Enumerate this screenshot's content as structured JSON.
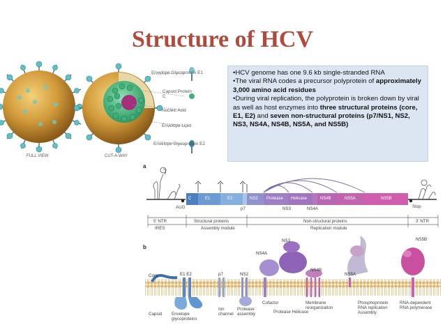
{
  "title": "Structure of HCV",
  "info": {
    "b1": "•HCV genome has one 9.6 kb single-stranded RNA",
    "b2_pre": "•The viral RNA codes a precursor polyprotein of ",
    "b2_bold": "approximately 3,000 amino acid residues",
    "b3_pre": "•During viral replication, the polyprotein is broken down by viral as well as host enzymes into ",
    "b3_bold1": "three structural proteins (core, E1, E2)",
    "b3_mid": " and ",
    "b3_bold2": "seven non-structural proteins (p7/NS1, NS2, NS3, NS4A, NS4B, NS5A, and NS5B)"
  },
  "virion": {
    "labels": [
      "Envelope Glycoprotein E1",
      "Capsid Protein C",
      "Nucleic Acid",
      "Envelope Lipid",
      "Envelope Glycoprotein E2"
    ],
    "full_view": "FULL VIEW",
    "cut_away": "CUT-A-WAY"
  },
  "genome": {
    "panel": "a",
    "domains": [
      "C",
      "E1",
      "E2",
      "NS2",
      "Protease",
      "Helicase",
      "NS4B",
      "NS5A",
      "NS5B"
    ],
    "p7": "p7",
    "ns3": "NS3",
    "ns4a": "NS4A",
    "aug": "AUG",
    "stop": "Stop",
    "ntr5": "5' NTR",
    "ntr3": "3' NTR",
    "structural": "Structural proteins",
    "nonstructural": "Non-structural proteins",
    "ires": "IRES",
    "assembly": "Assembly module",
    "replication": "Replication module"
  },
  "membrane": {
    "panel": "b",
    "core": "Core",
    "e1e2": "E1 E2",
    "p7": "p7",
    "ns2": "NS2",
    "ns3": "NS3",
    "ns4a": "NS4A",
    "ns4b": "NS4B",
    "ns5a": "NS5A",
    "ns5b": "NS5B",
    "capsid": "Capsid",
    "envelope": "Envelope glycoproteins",
    "ion": "Ion channel",
    "protease_assembly": "Protease assembly",
    "cofactor": "Cofactor",
    "protease_helicase": "Protease  Helicase",
    "membrane_reorg": "Membrane reorganization",
    "phospho": "Phosphoprotein RNA replication Assembly",
    "rdrp": "RNA-dependent RNA polymerase"
  }
}
